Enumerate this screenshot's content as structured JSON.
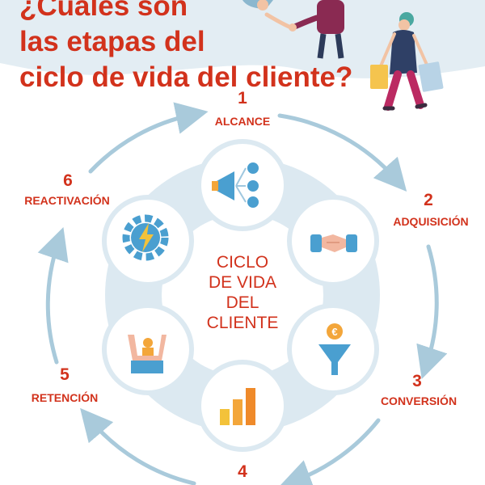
{
  "title": {
    "line1": "¿Cuáles son",
    "line2": "las etapas del",
    "line3": "ciclo de vida del cliente?"
  },
  "center_label": {
    "line1": "CICLO",
    "line2": "DE VIDA",
    "line3": "DEL",
    "line4": "CLIENTE"
  },
  "stages": [
    {
      "number": "1",
      "name": "ALCANCE",
      "icon": "megaphone-icon"
    },
    {
      "number": "2",
      "name": "ADQUISICIÓN",
      "icon": "handshake-icon"
    },
    {
      "number": "3",
      "name": "CONVERSIÓN",
      "icon": "euro-funnel-icon"
    },
    {
      "number": "4",
      "name": "",
      "icon": "bar-chart-icon"
    },
    {
      "number": "5",
      "name": "RETENCIÓN",
      "icon": "raised-hands-icon"
    },
    {
      "number": "6",
      "name": "REACTIVACIÓN",
      "icon": "gear-lightning-icon"
    }
  ],
  "colors": {
    "accent_red": "#d2321c",
    "ring_blue": "#dce9f1",
    "arrow_blue": "#a9cadb",
    "icon_blue": "#4a9fd0",
    "icon_orange": "#f3a63a",
    "banner_blue": "#e3edf3"
  }
}
